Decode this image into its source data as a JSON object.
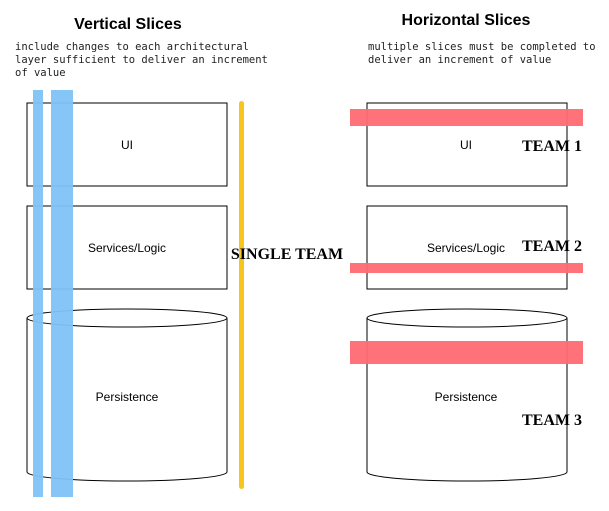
{
  "vertical": {
    "title": "Vertical Slices",
    "note": [
      "include changes to each architectural",
      "layer sufficient to deliver an increment",
      "of value"
    ],
    "layers": {
      "ui": "UI",
      "services": "Services/Logic",
      "persistence": "Persistence"
    },
    "team_label": "SINGLE TEAM"
  },
  "horizontal": {
    "title": "Horizontal Slices",
    "note": [
      "multiple slices must be completed to",
      "deliver an increment of value"
    ],
    "layers": {
      "ui": "UI",
      "services": "Services/Logic",
      "persistence": "Persistence"
    },
    "teams": [
      "TEAM 1",
      "TEAM 2",
      "TEAM 3"
    ]
  },
  "colors": {
    "vertical_slice": "#7ec3f7",
    "horizontal_slice": "#ff6a73",
    "team_line": "#f7c51c"
  }
}
